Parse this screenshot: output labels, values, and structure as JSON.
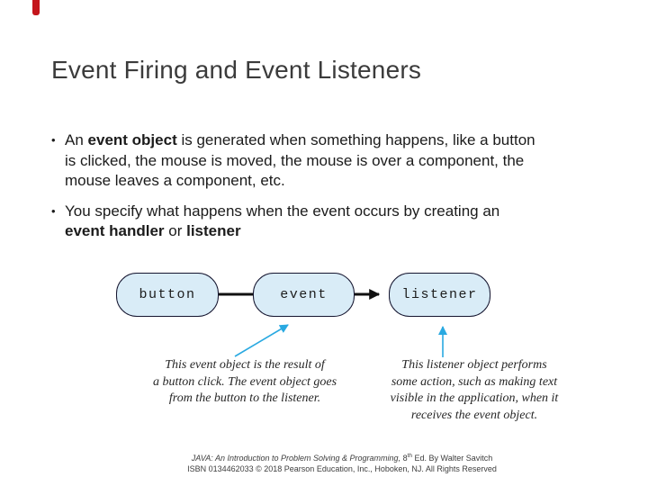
{
  "slide": {
    "title": "Event Firing and Event Listeners"
  },
  "bullets": [
    {
      "marker": "•",
      "lines": [
        {
          "s0": "An ",
          "s1": "event object",
          "s2": " is generated when something happens, like a button"
        },
        {
          "s0": "is clicked, the mouse is moved, the mouse is over a component, the"
        },
        {
          "s0": "mouse leaves a component, etc."
        }
      ]
    },
    {
      "marker": "•",
      "lines": [
        {
          "s0": "You specify what happens when the event occurs by creating an"
        },
        {
          "s0": "event handler",
          "s1": " or ",
          "s2": "listener"
        }
      ]
    }
  ],
  "diagram": {
    "boxes": [
      {
        "label": "button"
      },
      {
        "label": "event"
      },
      {
        "label": "listener"
      }
    ],
    "colors": {
      "box_fill": "#d9ecf7",
      "box_border": "#15152f",
      "connector": "#111111",
      "pointer_arrow": "#29a9e1",
      "marker_red": "#c4161c"
    },
    "annotations": {
      "left": {
        "lines": [
          "This event object is the result of",
          "a button click. The event object goes",
          "from the button to the listener."
        ]
      },
      "right": {
        "lines": [
          "This listener object performs",
          "some action, such as making text",
          "visible in the application, when it",
          "receives the event object."
        ]
      }
    }
  },
  "footer": {
    "line1": {
      "italic": "JAVA: An Introduction to Problem Solving & Programming,",
      "edition_num": " 8",
      "edition_sup": "th",
      "rest": " Ed. By Walter Savitch"
    },
    "line2": "ISBN 0134462033 © 2018 Pearson Education, Inc., Hoboken, NJ. All Rights Reserved"
  }
}
